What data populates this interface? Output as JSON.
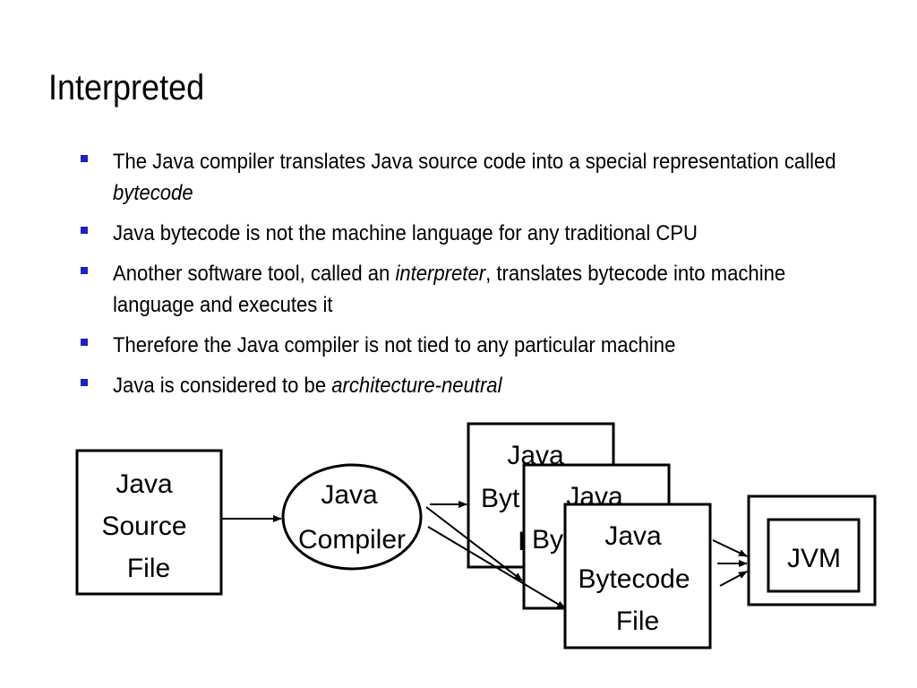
{
  "slide": {
    "title": "Interpreted",
    "bullets": [
      {
        "parts": [
          "The Java compiler translates Java source code into a special representation called ",
          "bytecode",
          ""
        ]
      },
      {
        "parts": [
          "Java bytecode is not the machine language for any traditional CPU",
          "",
          ""
        ]
      },
      {
        "parts": [
          "Another software tool, called an ",
          "interpreter",
          ", translates bytecode into machine language and executes it"
        ]
      },
      {
        "parts": [
          "Therefore the Java compiler is not tied to any particular machine",
          "",
          ""
        ]
      },
      {
        "parts": [
          "Java is considered to be ",
          "architecture-neutral",
          ""
        ]
      }
    ]
  },
  "diagram": {
    "source": {
      "line1": "Java",
      "line2": "Source",
      "line3": "File"
    },
    "compiler": {
      "line1": "Java",
      "line2": "Compiler"
    },
    "bytecode_back": {
      "line1": "Java",
      "line2": "Byt",
      "line3": "I"
    },
    "bytecode_mid": {
      "line1": "Java",
      "line2": "By"
    },
    "bytecode_front": {
      "line1": "Java",
      "line2": "Bytecode",
      "line3": "File"
    },
    "jvm": {
      "label": "JVM"
    }
  }
}
